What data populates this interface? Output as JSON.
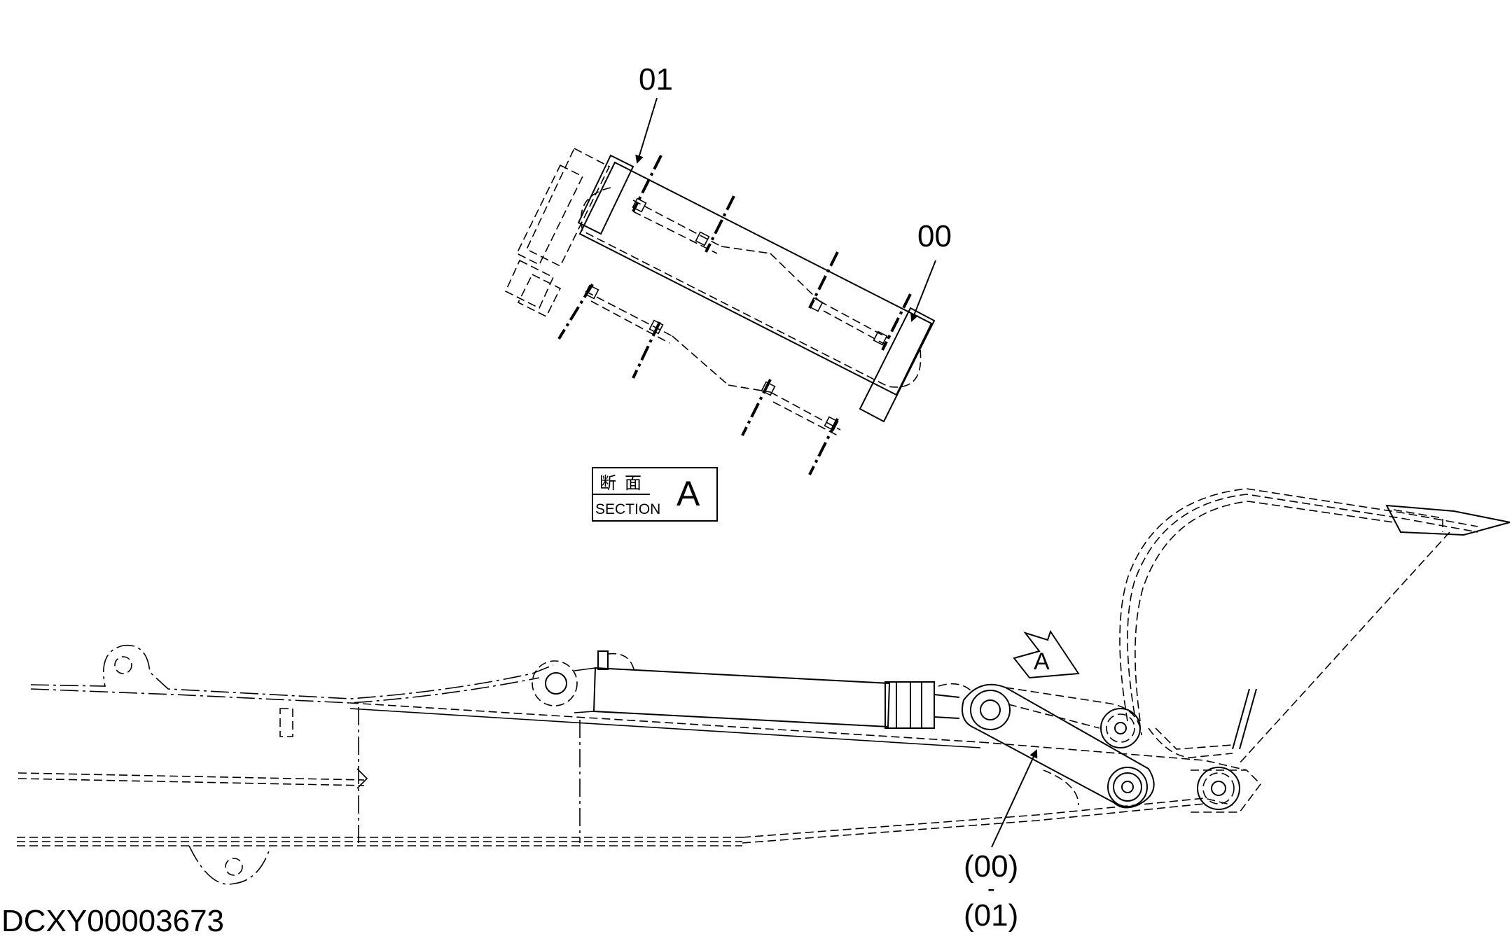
{
  "labels": {
    "part_01": "01",
    "part_00": "00",
    "callout_00": "(00)",
    "callout_separator": "-",
    "callout_01": "(01)",
    "section_kanji_1": "断",
    "section_kanji_2": "面",
    "section_word": "SECTION",
    "section_letter": "A",
    "view_marker_letter": "A",
    "drawing_id": "DCXY00003673"
  }
}
